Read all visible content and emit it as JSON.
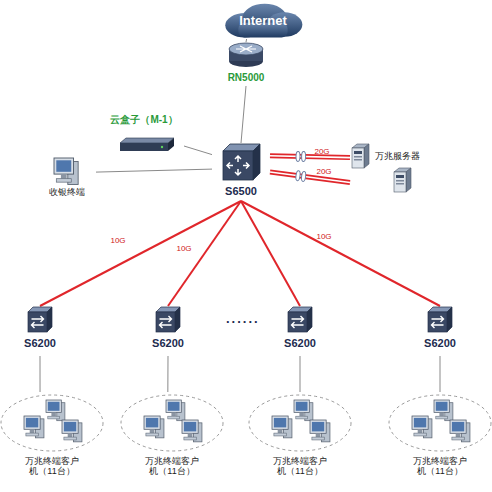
{
  "diagram": {
    "nodes": [
      {
        "text": [
          "Internet"
        ]
      },
      {
        "text": [
          "RN5000"
        ]
      },
      {
        "text": [
          "云盒子（M-1）"
        ]
      },
      {
        "text": [
          "收银终端"
        ]
      },
      {
        "text": [
          "S6500"
        ]
      },
      {
        "text": [
          "万兆服务器"
        ]
      },
      {
        "text": [
          "S6200"
        ]
      },
      {
        "text": [
          "S6200"
        ]
      },
      {
        "text": [
          "S6200"
        ]
      },
      {
        "text": [
          "S6200"
        ]
      },
      {
        "text": [
          "万兆终端客户机（11台）"
        ]
      },
      {
        "text": [
          "万兆终端客户机（11台）"
        ]
      },
      {
        "text": [
          "万兆终端客户机（11台）"
        ]
      },
      {
        "text": [
          "万兆终端客户机（11台）"
        ]
      }
    ],
    "edges": [
      {
        "from": 0,
        "to": 1,
        "arrow": "none"
      },
      {
        "from": 1,
        "to": 4,
        "arrow": "none"
      },
      {
        "from": 2,
        "to": 4,
        "arrow": "none"
      },
      {
        "from": 3,
        "to": 4,
        "arrow": "none"
      },
      {
        "from": 4,
        "to": 5,
        "label": "20G",
        "arrow": "none"
      },
      {
        "from": 4,
        "to": 5,
        "label": "20G",
        "arrow": "none"
      },
      {
        "from": 4,
        "to": 6,
        "label": "10G",
        "arrow": "none"
      },
      {
        "from": 4,
        "to": 7,
        "label": "10G",
        "arrow": "none"
      },
      {
        "from": 4,
        "to": 8,
        "arrow": "none"
      },
      {
        "from": 4,
        "to": 9,
        "label": "10G",
        "arrow": "none"
      },
      {
        "from": 6,
        "to": 10,
        "arrow": "none"
      },
      {
        "from": 7,
        "to": 11,
        "arrow": "none"
      },
      {
        "from": 8,
        "to": 12,
        "arrow": "none"
      },
      {
        "from": 9,
        "to": 13,
        "arrow": "none"
      }
    ],
    "labels": [
      "......"
    ]
  }
}
